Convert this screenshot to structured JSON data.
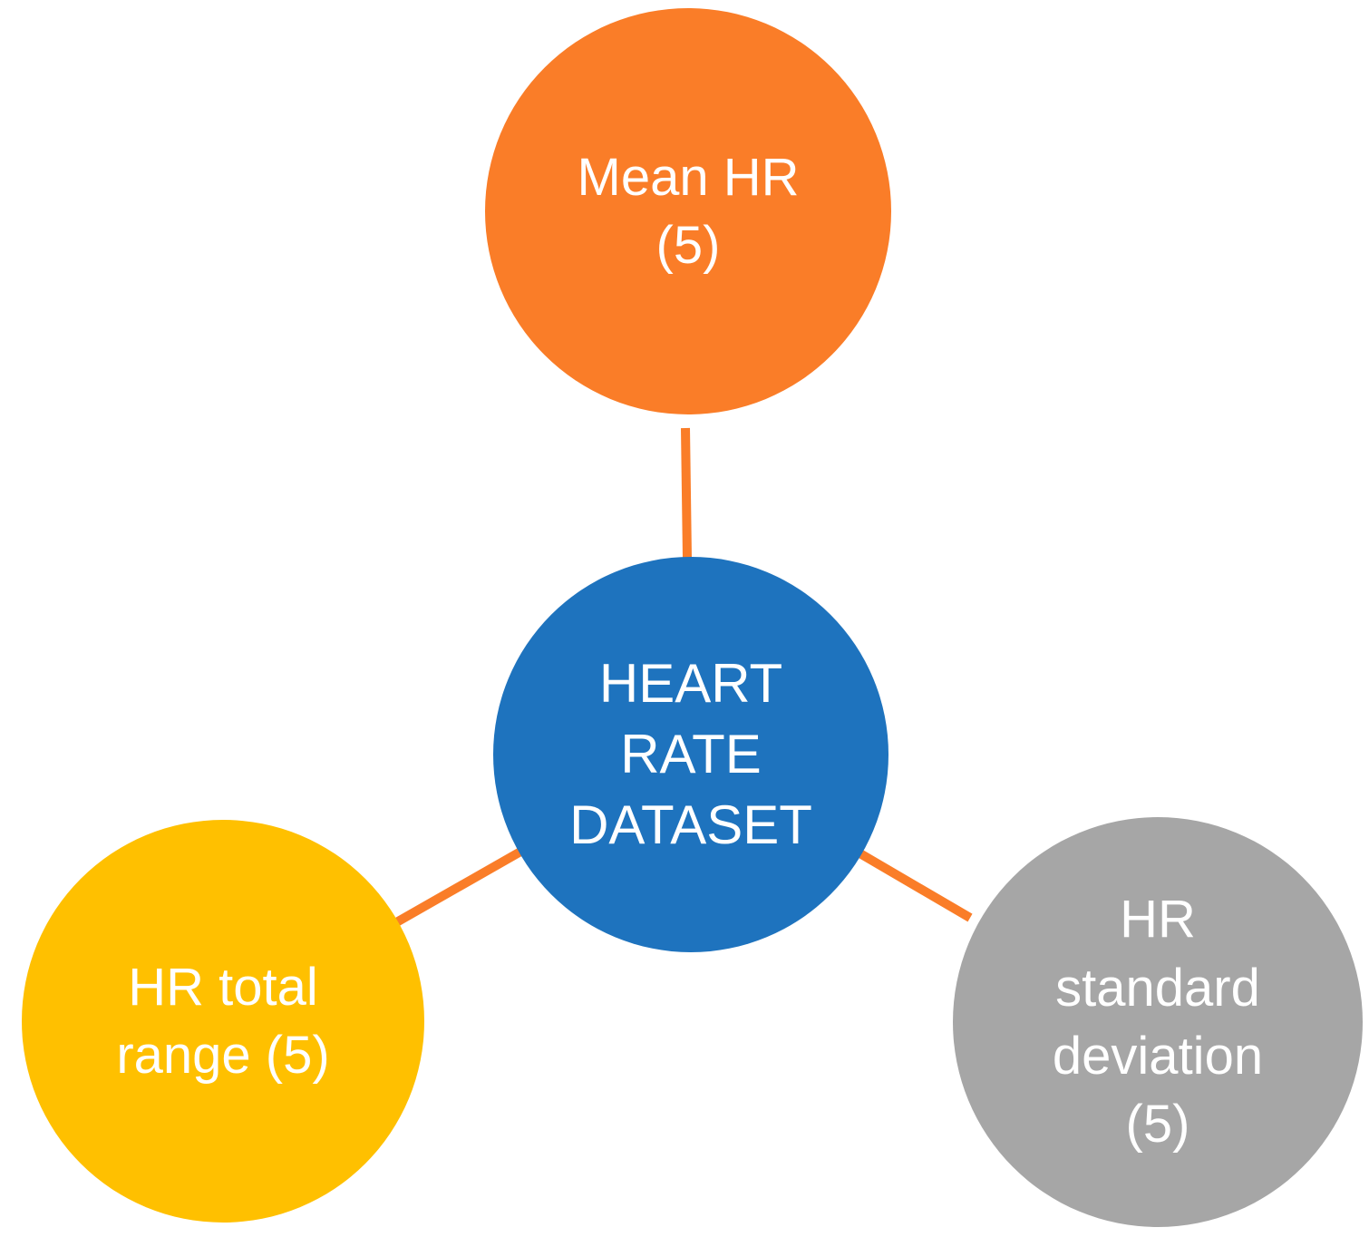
{
  "diagram": {
    "background_color": "#FFFFFF",
    "text_color": "#FFFFFF",
    "connector_color": "#FA7D28",
    "nodes": {
      "center": {
        "label": "HEART\nRATE\nDATASET",
        "color": "#1E73BE"
      },
      "top": {
        "label": "Mean HR\n(5)",
        "color": "#FA7D28"
      },
      "bottom_left": {
        "label": "HR total\nrange (5)",
        "color": "#FFC000"
      },
      "bottom_right": {
        "label": "HR\nstandard\ndeviation\n(5)",
        "color": "#A6A6A6"
      }
    }
  }
}
